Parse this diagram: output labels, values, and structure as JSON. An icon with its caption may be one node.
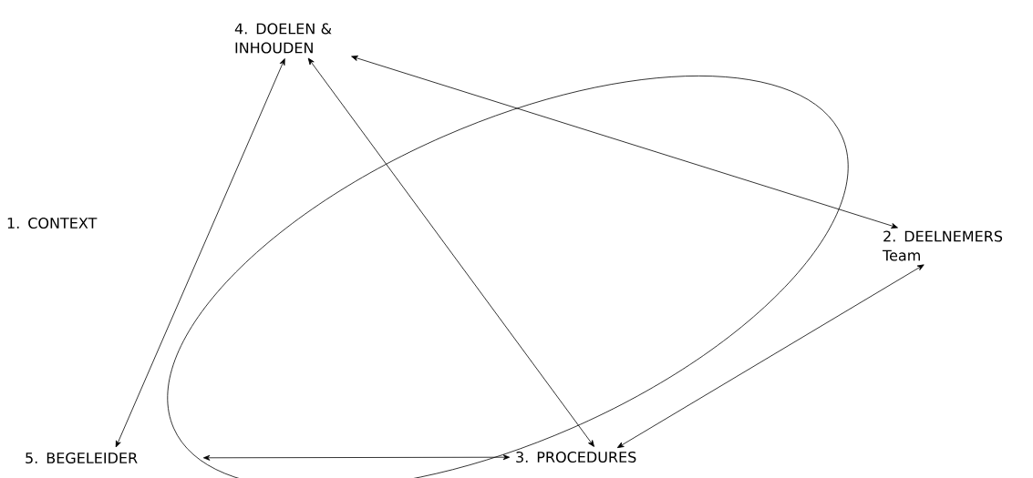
{
  "diagram": {
    "nodes": [
      {
        "text": [
          "1. CONTEXT"
        ]
      },
      {
        "text": [
          "2. DEELNEMERS Team"
        ]
      },
      {
        "text": [
          "3. PROCEDURES"
        ]
      },
      {
        "text": [
          "4. DOELEN & INHOUDEN"
        ]
      },
      {
        "text": [
          "5. BEGELEIDER"
        ]
      }
    ],
    "edges": [
      {
        "from": 3,
        "to": 1,
        "arrow": "both"
      },
      {
        "from": 1,
        "to": 2,
        "arrow": "both"
      },
      {
        "from": 2,
        "to": 4,
        "arrow": "both"
      },
      {
        "from": 4,
        "to": 3,
        "arrow": "both"
      },
      {
        "from": 3,
        "to": 2,
        "arrow": "both"
      }
    ]
  }
}
